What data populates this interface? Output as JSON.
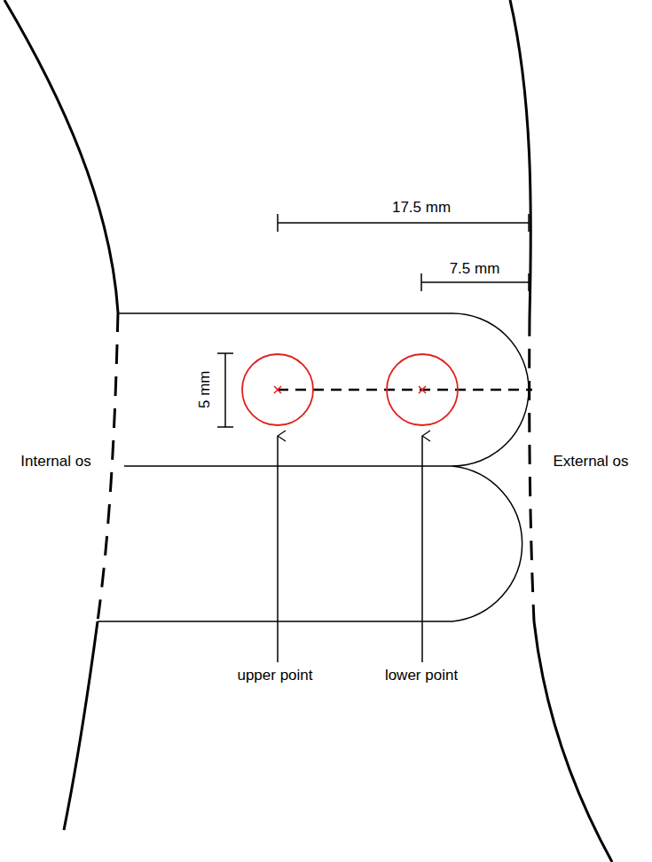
{
  "diagram": {
    "labels": [
      "17.5 mm",
      "7.5 mm",
      "5 mm",
      "Internal os",
      "External os",
      "upper point",
      "lower point"
    ]
  }
}
